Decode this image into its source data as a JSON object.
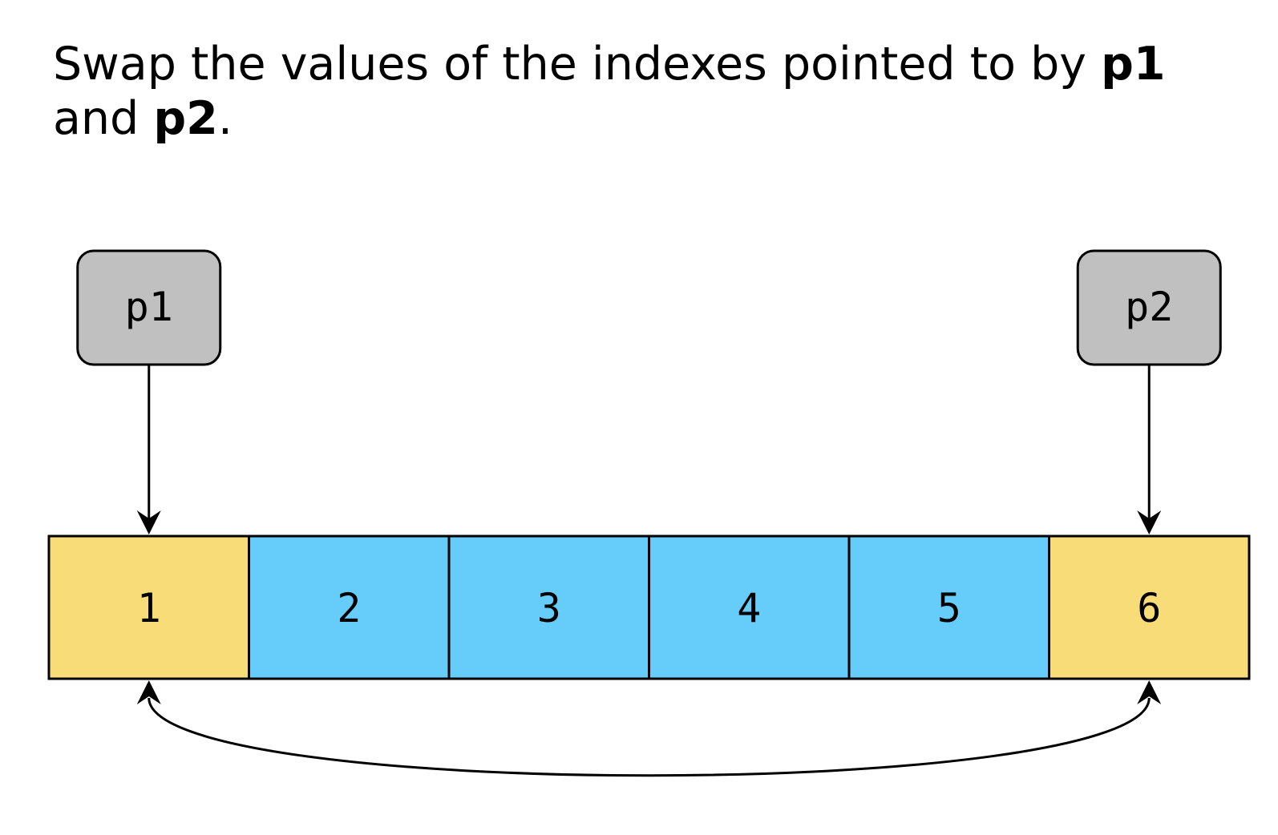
{
  "caption": {
    "prefix": "Swap the values of the indexes pointed to by ",
    "p1": "p1",
    "middle": " and ",
    "p2": "p2",
    "suffix": "."
  },
  "pointers": [
    {
      "label": "p1",
      "target_index": 0
    },
    {
      "label": "p2",
      "target_index": 5
    }
  ],
  "cells": [
    {
      "value": "1",
      "highlight": true
    },
    {
      "value": "2",
      "highlight": false
    },
    {
      "value": "3",
      "highlight": false
    },
    {
      "value": "4",
      "highlight": false
    },
    {
      "value": "5",
      "highlight": false
    },
    {
      "value": "6",
      "highlight": true
    }
  ],
  "colors": {
    "highlight": "#f7dc77",
    "normal": "#66ccfa",
    "pointer_box": "#c0c0c0"
  },
  "swap_arrow": {
    "from_index": 0,
    "to_index": 5
  }
}
